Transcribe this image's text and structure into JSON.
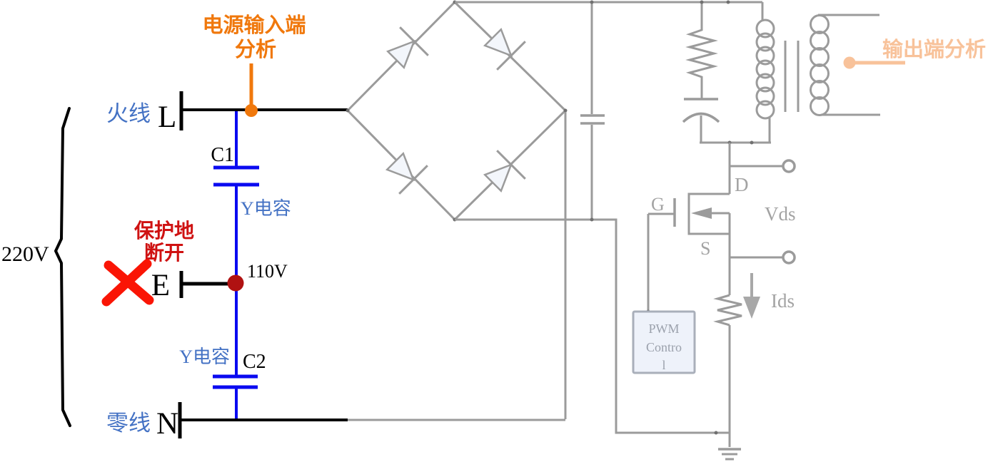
{
  "colors": {
    "wire_black": "#000000",
    "circuit_gray": "#9b9b9b",
    "cap_blue": "#0a0af0",
    "label_blue": "#4472c4",
    "input_orange": "#f0780c",
    "output_peach": "#f8c29a",
    "fault_red": "#cf1212",
    "cross_red": "#fa1505",
    "node_red": "#b01212",
    "pwm_box_fill": "#eef2fa"
  },
  "mains": {
    "voltage": "220V",
    "live_label": "火线",
    "live_letter": "L",
    "neutral_label": "零线",
    "neutral_letter": "N",
    "earth_letter": "E",
    "midpoint_voltage": "110V"
  },
  "y_capacitors": {
    "c1_label": "C1",
    "c1_type": "Y电容",
    "c2_label": "C2",
    "c2_type": "Y电容"
  },
  "callouts": {
    "input_line1": "电源输入端",
    "input_line2": "分析",
    "fault_line1": "保护地",
    "fault_line2": "断开",
    "output": "输出端分析"
  },
  "mosfet": {
    "gate": "G",
    "drain": "D",
    "source": "S",
    "vds": "Vds",
    "ids": "Ids"
  },
  "pwm_controller": {
    "line1": "PWM",
    "line2": "Contro",
    "line3": "l"
  }
}
